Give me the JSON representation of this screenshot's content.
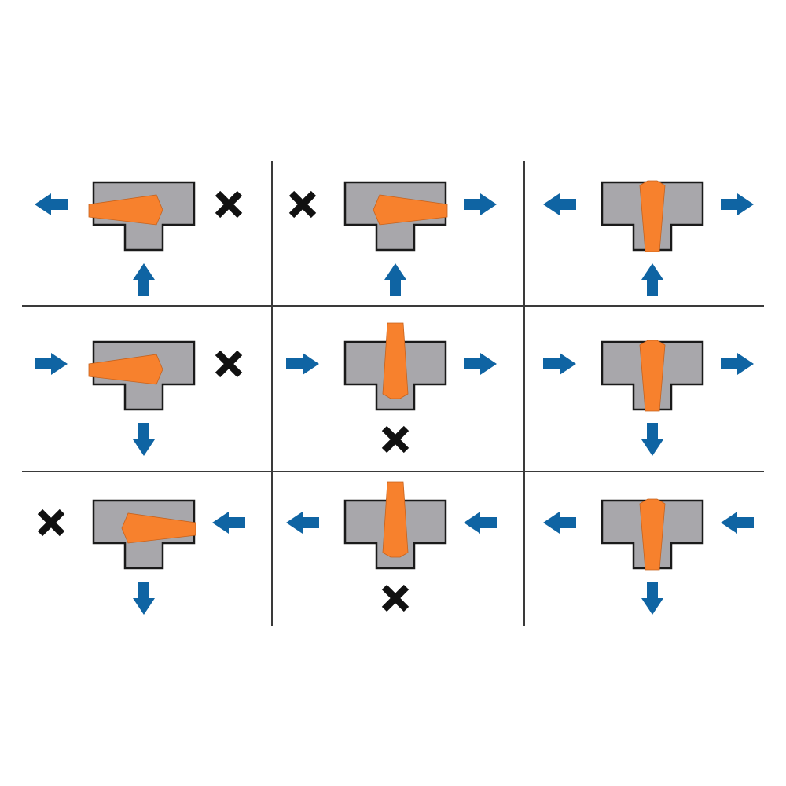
{
  "colors": {
    "background": "#ffffff",
    "body_fill": "#a8a7ab",
    "outline": "#1a1a1a",
    "handle": "#f7812d",
    "arrow": "#0f64a3",
    "blocked": "#111111",
    "grid_line": "#3a3a3a"
  },
  "cells": [
    {
      "handle": "left-partial",
      "left": "flow-out",
      "right": "blocked",
      "bottom": "flow-in"
    },
    {
      "handle": "right-partial",
      "left": "blocked",
      "right": "flow-out",
      "bottom": "flow-in"
    },
    {
      "handle": "up-through",
      "left": "flow-out",
      "right": "flow-out",
      "bottom": "flow-in"
    },
    {
      "handle": "left-partial",
      "left": "flow-in",
      "right": "blocked",
      "bottom": "flow-out"
    },
    {
      "handle": "up-top",
      "left": "flow-in",
      "right": "flow-out",
      "bottom": "blocked"
    },
    {
      "handle": "up-through",
      "left": "flow-in",
      "right": "flow-out",
      "bottom": "flow-out"
    },
    {
      "handle": "right-partial",
      "left": "blocked",
      "right": "flow-in",
      "bottom": "flow-out"
    },
    {
      "handle": "up-top",
      "left": "flow-out",
      "right": "flow-in",
      "bottom": "blocked"
    },
    {
      "handle": "up-through",
      "left": "flow-out",
      "right": "flow-in",
      "bottom": "flow-out"
    }
  ]
}
